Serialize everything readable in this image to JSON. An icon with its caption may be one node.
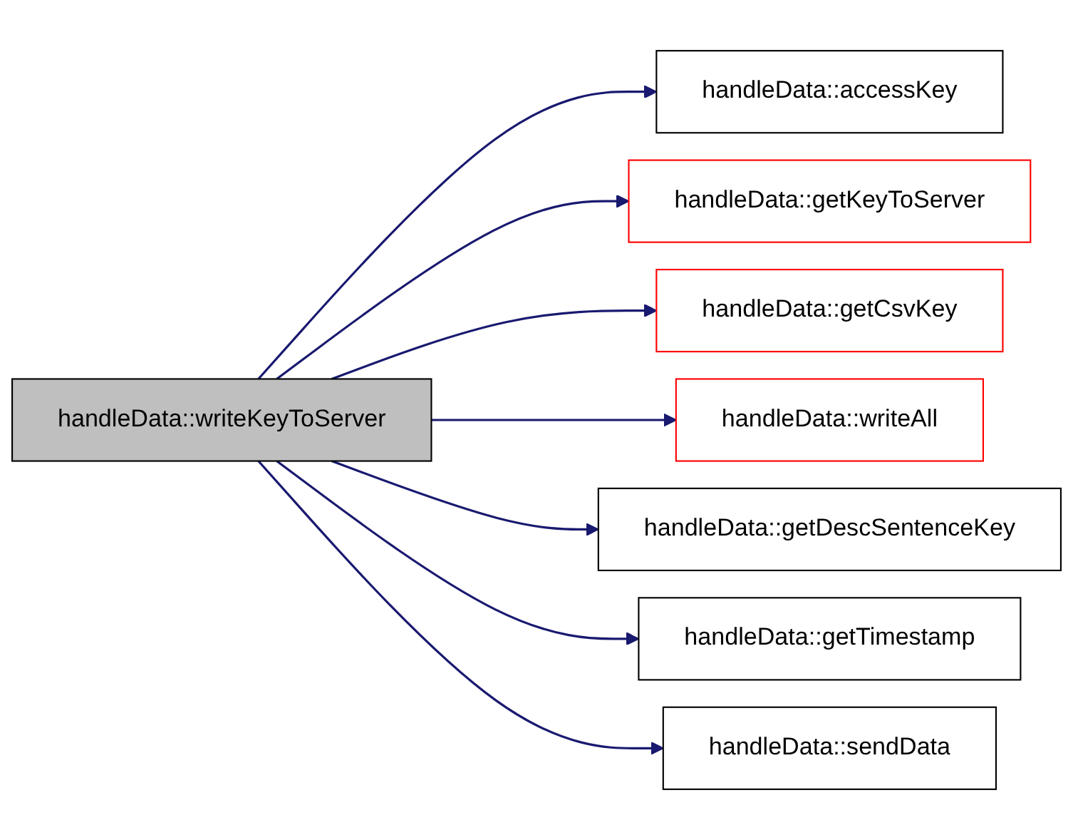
{
  "diagram": {
    "nodes": [
      {
        "text": [
          "handleData::writeKeyToServer"
        ]
      },
      {
        "text": [
          "handleData::accessKey"
        ]
      },
      {
        "text": [
          "handleData::getKeyToServer"
        ]
      },
      {
        "text": [
          "handleData::getCsvKey"
        ]
      },
      {
        "text": [
          "handleData::writeAll"
        ]
      },
      {
        "text": [
          "handleData::getDescSentenceKey"
        ]
      },
      {
        "text": [
          "handleData::getTimestamp"
        ]
      },
      {
        "text": [
          "handleData::sendData"
        ]
      }
    ],
    "edges": [
      {
        "from": 0,
        "to": 1,
        "arrow": "to"
      },
      {
        "from": 0,
        "to": 2,
        "arrow": "to"
      },
      {
        "from": 0,
        "to": 3,
        "arrow": "to"
      },
      {
        "from": 0,
        "to": 4,
        "arrow": "to"
      },
      {
        "from": 0,
        "to": 5,
        "arrow": "to"
      },
      {
        "from": 0,
        "to": 6,
        "arrow": "to"
      },
      {
        "from": 0,
        "to": 7,
        "arrow": "to"
      }
    ]
  }
}
